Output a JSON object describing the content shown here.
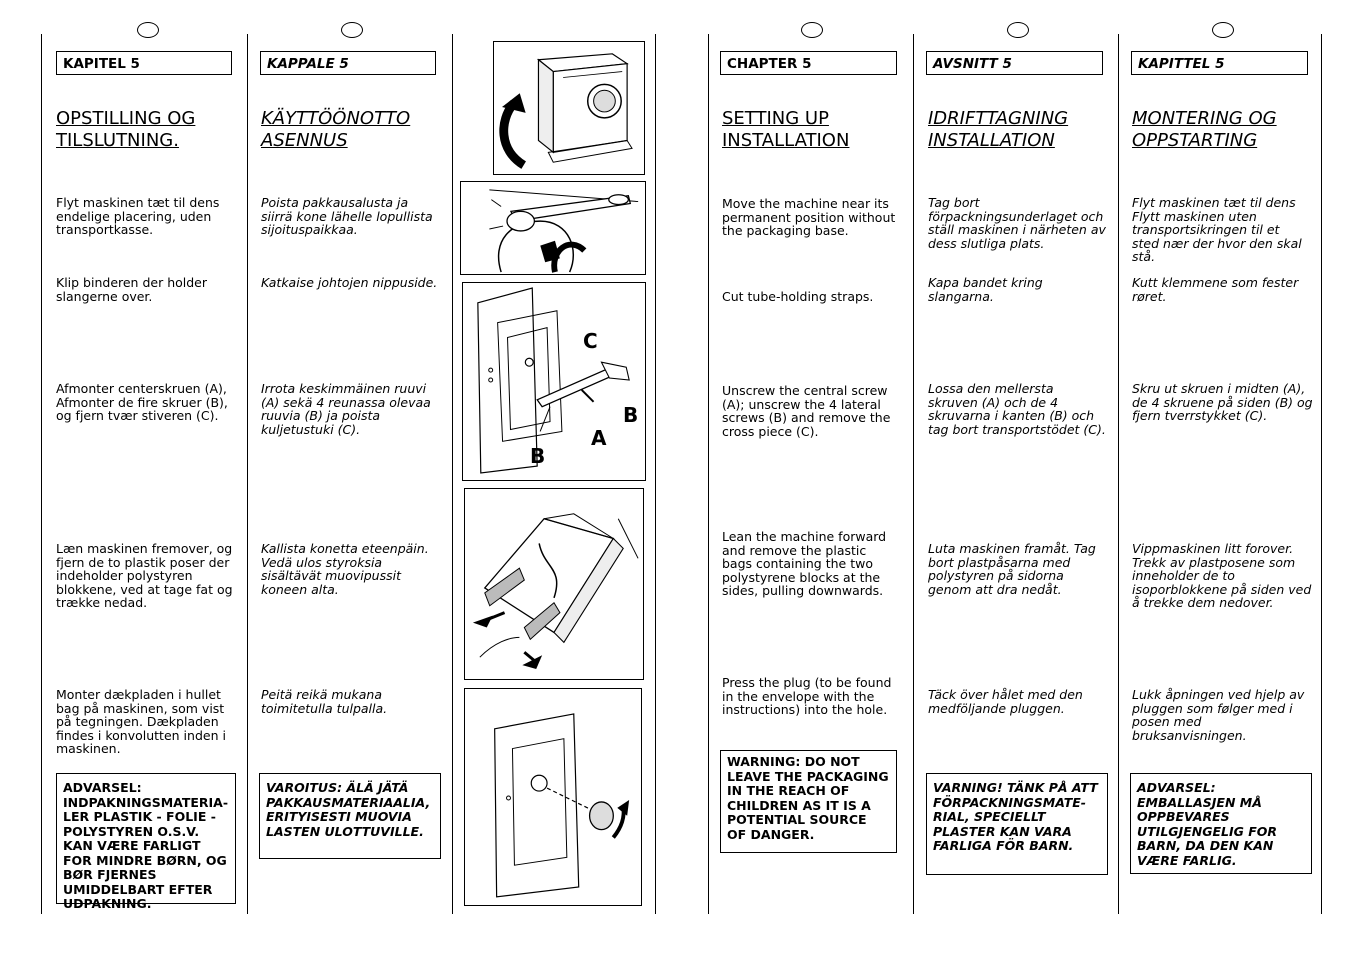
{
  "columns": [
    {
      "id": "da",
      "chapter": "KAPITEL 5",
      "title_line1": "OPSTILLING OG",
      "title_line2": "TILSLUTNING.",
      "steps": [
        "Flyt maskinen tæt til dens endelige placering, uden transportkasse.",
        "Klip binderen der holder slangerne over.",
        "Afmonter centerskruen (A), Afmonter de fire skruer (B), og fjern tvær stiveren (C).",
        "Læn maskinen fremover, og fjern de to plastik poser der indeholder polystyren blokkene, ved at tage fat og trække nedad.",
        "Monter dækpladen i hullet bag på maskinen, som vist på tegningen. Dækpladen findes i konvolutten inden i maskinen."
      ],
      "warning": "ADVARSEL: INDPAKNINGSMATERIA-LER PLASTIK - FOLIE - POLYSTYREN O.S.V. KAN VÆRE FARLIGT FOR MINDRE BØRN, OG BØR FJERNES UMIDDELBART EFTER UDPAKNING."
    },
    {
      "id": "fi",
      "chapter": "KAPPALE 5",
      "title_line1": "KÄYTTÖÖNOTTO",
      "title_line2": "ASENNUS",
      "steps": [
        "Poista pakkausalusta ja siirrä kone lähelle lopullista sijoituspaikkaa.",
        "Katkaise johtojen nippuside.",
        "Irrota keskimmäinen ruuvi (A) sekä 4 reunassa olevaa ruuvia (B) ja poista kuljetustuki (C).",
        "Kallista konetta eteenpäin. Vedä ulos styroksia sisältävät muovipussit koneen alta.",
        "Peitä reikä mukana toimitetulla tulpalla."
      ],
      "warning": "VAROITUS: ÄLÄ JÄTÄ PAKKAUSMATERIAALIA, ERITYISESTI MUOVIA LASTEN ULOTTUVILLE."
    },
    {
      "id": "en",
      "chapter": "CHAPTER 5",
      "title_line1": "SETTING UP",
      "title_line2": "INSTALLATION",
      "steps": [
        "Move the machine near its permanent position without the packaging base.",
        "Cut tube-holding straps.",
        "Unscrew the central screw (A); unscrew the 4 lateral screws (B) and remove the cross piece (C).",
        "Lean the machine forward and remove the plastic bags containing the two polystyrene blocks at the sides, pulling downwards.",
        "Press the plug (to be found in the envelope with the instructions) into the hole."
      ],
      "warning": "WARNING: DO NOT LEAVE THE PACKAGING IN THE REACH OF CHILDREN AS IT IS A POTENTIAL SOURCE OF DANGER."
    },
    {
      "id": "sv",
      "chapter": "AVSNITT 5",
      "title_line1": "IDRIFTTAGNING",
      "title_line2": "INSTALLATION",
      "steps": [
        "Tag bort förpackningsunderlaget och ställ maskinen i närheten av dess slutliga plats.",
        "Kapa bandet kring slangarna.",
        "Lossa den mellersta skruven (A) och de 4 skruvarna i kanten (B) och tag bort transportstödet (C).",
        "Luta maskinen framåt. Tag bort plastpåsarna med polystyren på sidorna genom att dra nedåt.",
        "Täck över hålet med den medföljande pluggen."
      ],
      "warning": "VARNING! TÄNK PÅ ATT FÖRPACKNINGSMATE-RIAL, SPECIELLT PLASTER KAN VARA FARLIGA FÖR BARN."
    },
    {
      "id": "no",
      "chapter": "KAPITTEL 5",
      "title_line1": "MONTERING OG",
      "title_line2": "OPPSTARTING",
      "steps": [
        "Flyt maskinen tæt til dens Flytt maskinen uten transportsikringen til et sted nær der hvor den skal stå.",
        "Kutt klemmene som fester røret.",
        "Skru ut skruen i midten (A), de 4 skruene på siden (B) og fjern tverrstykket (C).",
        "Vippmaskinen litt forover. Trekk av plastposene som inneholder de to isoporblokkene på siden ved å trekke dem nedover.",
        "Lukk åpningen ved hjelp av pluggen som følger med i posen med bruksanvisningen."
      ],
      "warning": "ADVARSEL: EMBALLASJEN MÅ OPPBEVARES UTILGJENGELIG FOR BARN, DA DEN KAN VÆRE FARLIG."
    }
  ],
  "figure_labels": {
    "c": "C",
    "b1": "B",
    "a": "A",
    "b2": "B"
  }
}
